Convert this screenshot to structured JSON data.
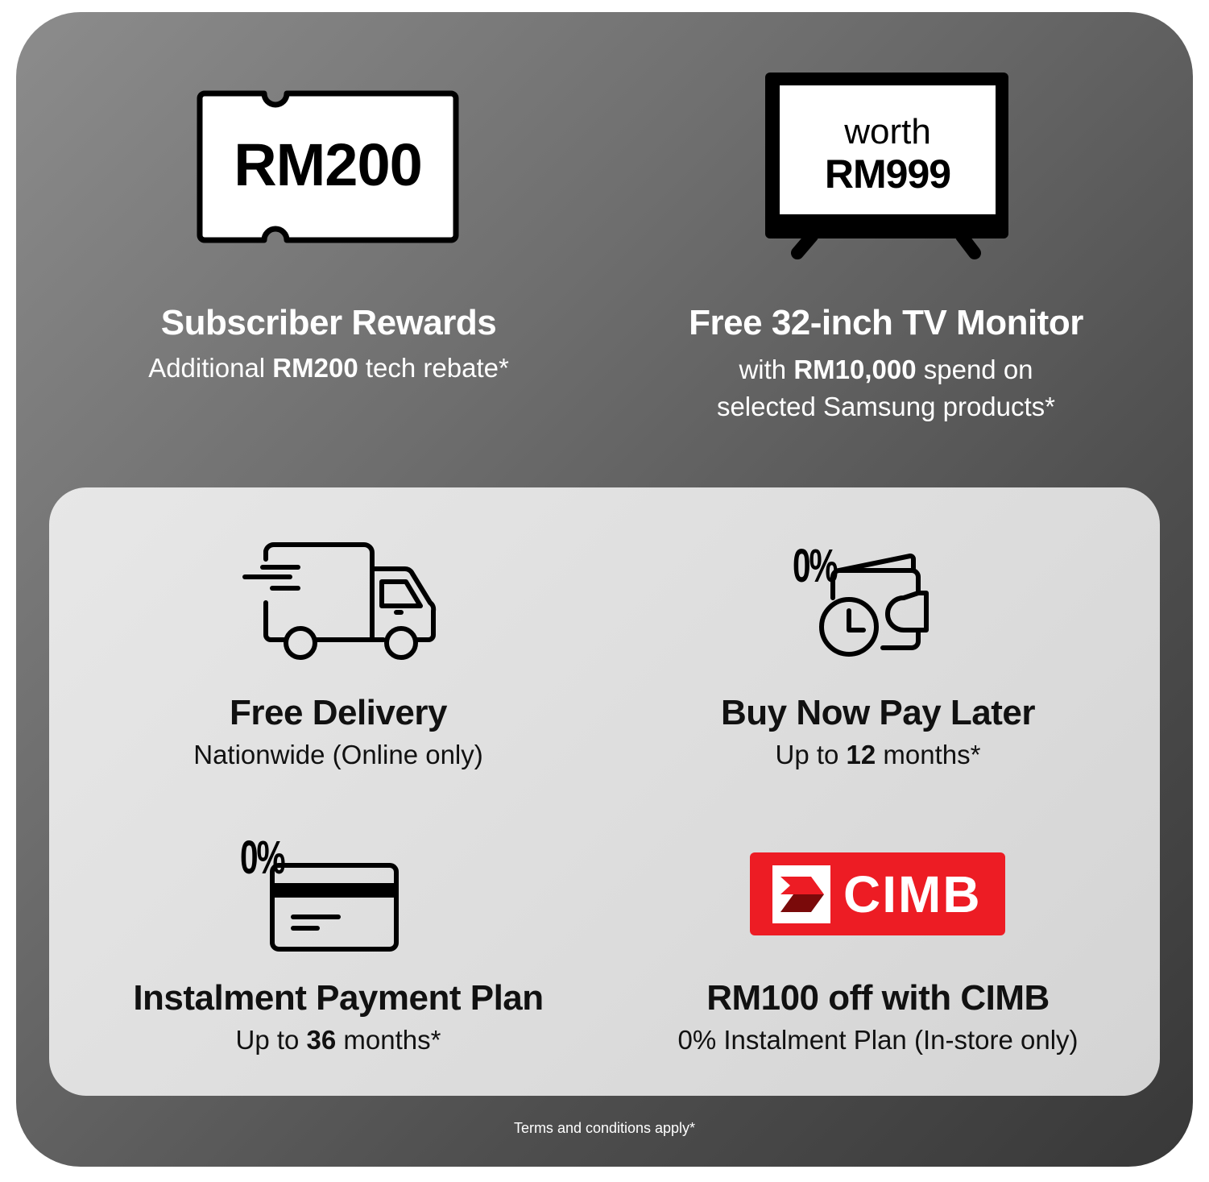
{
  "rewards": {
    "voucher_text": "RM200",
    "title": "Subscriber Rewards",
    "sub_prefix": "Additional ",
    "sub_bold": "RM200",
    "sub_suffix": " tech rebate*"
  },
  "tv": {
    "screen_line1": "worth",
    "screen_line2": "RM999",
    "title": "Free 32-inch TV Monitor",
    "sub_prefix": "with ",
    "sub_bold": "RM10,000",
    "sub_suffix": " spend on",
    "sub_line2": "selected Samsung products*"
  },
  "delivery": {
    "title": "Free Delivery",
    "sub": "Nationwide (Online only)"
  },
  "bnpl": {
    "badge": "0%",
    "title": "Buy Now Pay Later",
    "sub_prefix": "Up to ",
    "sub_bold": "12",
    "sub_suffix": " months*"
  },
  "instalment": {
    "badge": "0%",
    "title": "Instalment Payment Plan",
    "sub_prefix": "Up to ",
    "sub_bold": "36",
    "sub_suffix": " months*"
  },
  "cimb": {
    "logo_text": "CIMB",
    "title": "RM100 off with CIMB",
    "sub": "0% Instalment Plan (In-store only)",
    "brand_color": "#ed1c24"
  },
  "footer": {
    "terms": "Terms and conditions apply*"
  }
}
